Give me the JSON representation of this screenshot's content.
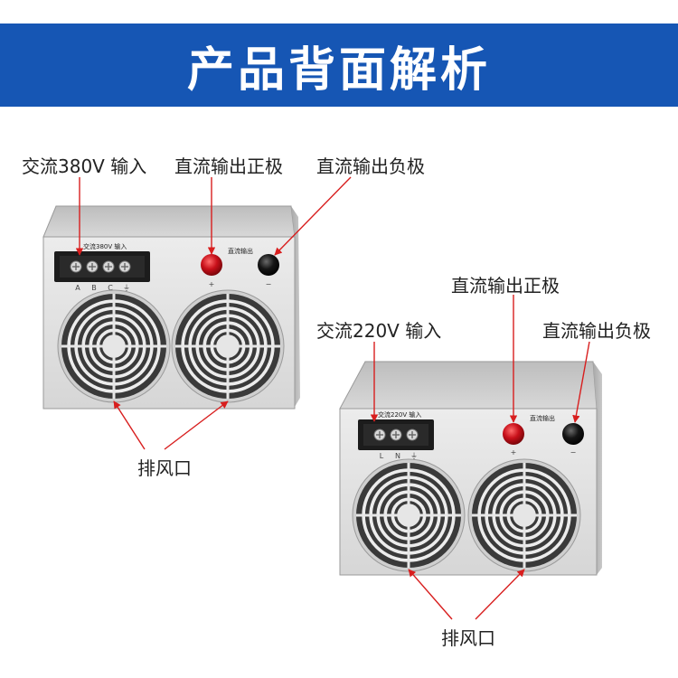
{
  "header": {
    "title": "产品背面解析"
  },
  "device_380": {
    "callout_ac_input": "交流380V 输入",
    "callout_dc_positive": "直流输出正极",
    "callout_dc_negative": "直流输出负极",
    "callout_exhaust": "排风口",
    "panel_input_label": "交流380V 输入",
    "panel_output_label": "直流输出",
    "terminals": [
      "A",
      "B",
      "C",
      "⏚"
    ],
    "plus_sign": "+",
    "minus_sign": "−"
  },
  "device_220": {
    "callout_ac_input": "交流220V 输入",
    "callout_dc_positive": "直流输出正极",
    "callout_dc_negative": "直流输出负极",
    "callout_exhaust": "排风口",
    "panel_input_label": "交流220V 输入",
    "panel_output_label": "直流输出",
    "terminals": [
      "L",
      "N",
      "⏚"
    ],
    "plus_sign": "+",
    "minus_sign": "−"
  },
  "colors": {
    "banner": "#1656b4",
    "callout_line": "#d81e1e",
    "positive_knob": "#c8101a",
    "negative_knob": "#151515",
    "panel": "#e4e4e4"
  }
}
